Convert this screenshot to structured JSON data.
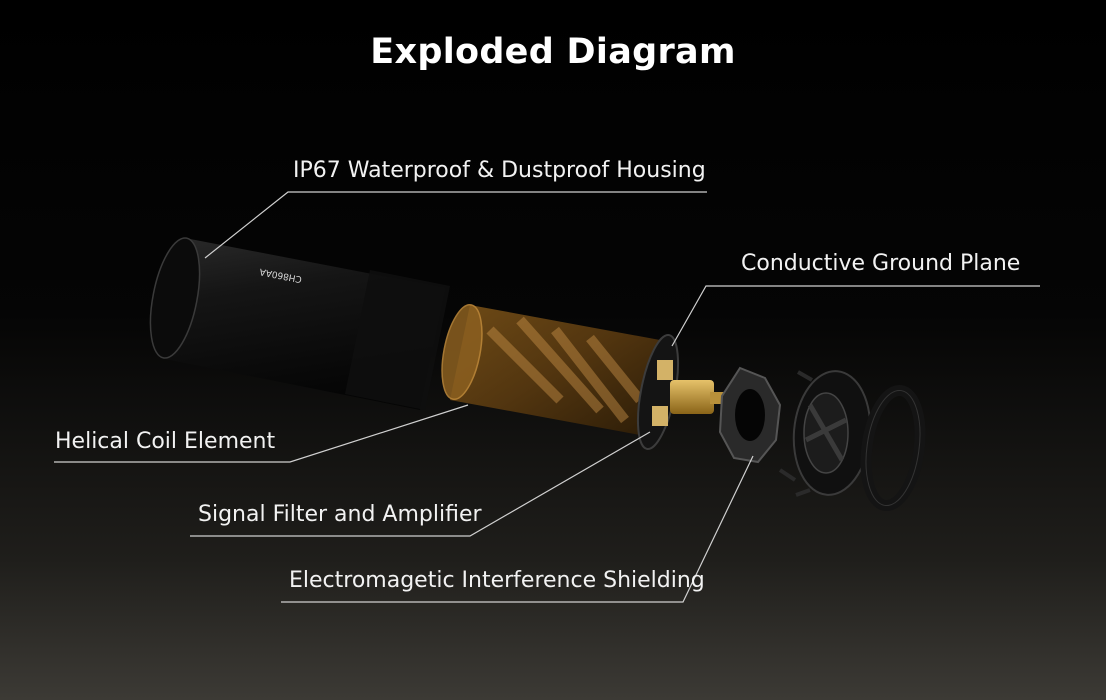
{
  "title": "Exploded Diagram",
  "labels": {
    "housing": "IP67 Waterproof & Dustproof Housing",
    "ground_plane": "Conductive Ground Plane",
    "coil": "Helical Coil Element",
    "filter": "Signal Filter and Amplifier",
    "shielding": "Electromagetic Interference Shielding"
  },
  "housing_marking": "CH860AA"
}
